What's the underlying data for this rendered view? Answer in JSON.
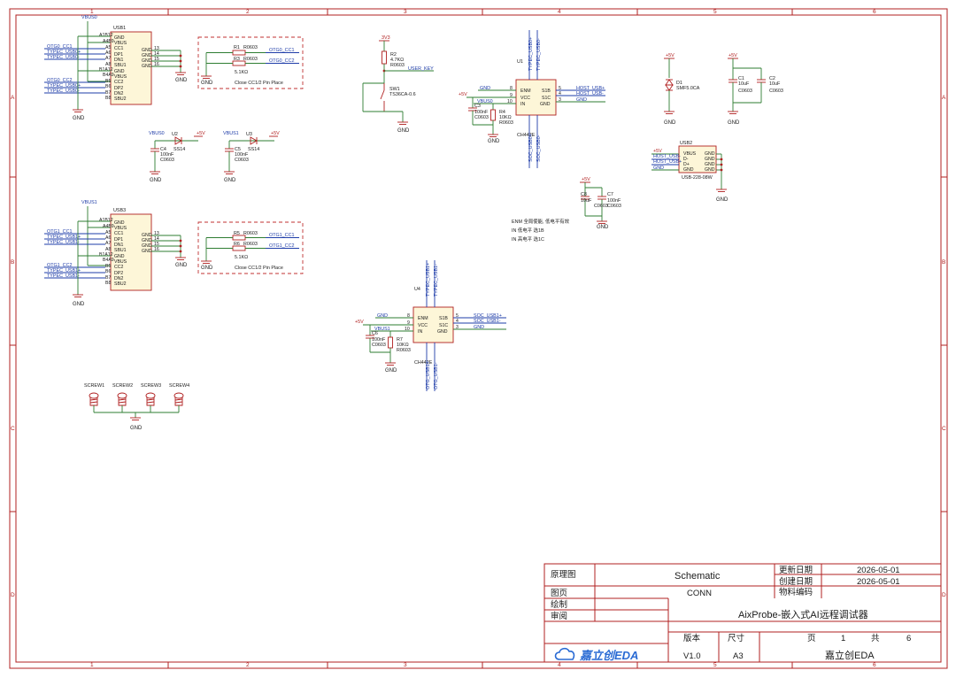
{
  "sheet": {
    "col_labels": [
      "1",
      "2",
      "3",
      "4",
      "5",
      "6"
    ],
    "row_labels": [
      "A",
      "B",
      "C",
      "D"
    ]
  },
  "title_block": {
    "label_schematic": "原理图",
    "value_schematic": "Schematic",
    "label_page": "图页",
    "value_page": "CONN",
    "label_drawn": "绘制",
    "label_review": "审阅",
    "label_update_date": "更新日期",
    "value_update_date": "2026-05-01",
    "label_create_date": "创建日期",
    "value_create_date": "2026-05-01",
    "label_part_no": "物料编码",
    "project_title": "AixProbe-嵌入式AI远程调试器",
    "label_version": "版本",
    "label_size": "尺寸",
    "label_sheet": "页",
    "value_sheet": "1",
    "label_total": "共",
    "value_total": "6",
    "value_version": "V1.0",
    "value_size": "A3",
    "company": "嘉立创EDA",
    "logo_text": "嘉立创EDA"
  },
  "usb1": {
    "ref": "USB1",
    "vbus_label": "VBUS0",
    "pins_left": [
      "A1B12",
      "A4B9",
      "A5",
      "A6",
      "A7",
      "A8",
      "B1A12",
      "B4A9",
      "B5",
      "B6",
      "B7",
      "B8"
    ],
    "pins_names": [
      "GND",
      "VBUS",
      "CC1",
      "DP1",
      "DN1",
      "SBU1",
      "GND",
      "VBUS",
      "CC2",
      "DP2",
      "DN2",
      "SBU2"
    ],
    "pins_right_nums": [
      "13",
      "14",
      "15",
      "16"
    ],
    "pins_right_names": [
      "GND",
      "GND",
      "GND",
      "GND"
    ],
    "nets": [
      "OTG0_CC1",
      "TYPEC_USB0+",
      "TYPEC_USB0-",
      "OTG0_CC2",
      "TYPEC_USB0+",
      "TYPEC_USB0-"
    ],
    "gnd": "GND"
  },
  "usb3": {
    "ref": "USB3",
    "vbus_label": "VBUS1",
    "pins_left": [
      "A1B12",
      "A4B9",
      "A5",
      "A6",
      "A7",
      "A8",
      "B1A12",
      "B4A9",
      "B5",
      "B6",
      "B7",
      "B8"
    ],
    "pins_names": [
      "GND",
      "VBUS",
      "CC1",
      "DP1",
      "DN1",
      "SBU1",
      "GND",
      "VBUS",
      "CC2",
      "DP2",
      "DN2",
      "SBU2"
    ],
    "pins_right_nums": [
      "13",
      "14",
      "15",
      "16"
    ],
    "pins_right_names": [
      "GND",
      "GND",
      "GND",
      "GND"
    ],
    "nets": [
      "OTG1_CC1",
      "TYPEC_USB1+",
      "TYPEC_USB1-",
      "OTG1_CC2",
      "TYPEC_USB1+",
      "TYPEC_USB1-"
    ],
    "gnd": "GND"
  },
  "cc_block0": {
    "r1": "R1",
    "r1_val": "R0603",
    "r3": "R3",
    "r3_val": "R0603",
    "r_value": "5.1KΩ",
    "net1": "OTG0_CC1",
    "net2": "OTG0_CC2",
    "note": "Close CC1/2 Pin Place",
    "gnd": "GND"
  },
  "cc_block1": {
    "r1": "R5",
    "r1_val": "R0603",
    "r3": "R6",
    "r3_val": "R0603",
    "r_value": "5.1KΩ",
    "net1": "OTG1_CC1",
    "net2": "OTG1_CC2",
    "note": "Close CC1/2 Pin Place",
    "gnd": "GND"
  },
  "vbus_prot0": {
    "vbus": "VBUS0",
    "diode": "U2",
    "diode_val": "SS14",
    "pwr": "+5V",
    "cap": "C4",
    "cap_val": "100nF",
    "cap_pkg": "C0603",
    "gnd": "GND"
  },
  "vbus_prot1": {
    "vbus": "VBUS1",
    "diode": "U3",
    "diode_val": "SS14",
    "pwr": "+5V",
    "cap": "C5",
    "cap_val": "100nF",
    "cap_pkg": "C0603",
    "gnd": "GND"
  },
  "key": {
    "pwr": "3V3",
    "r": "R2",
    "r_val": "4.7KΩ",
    "r_pkg": "R0603",
    "net": "USER_KEY",
    "sw": "SW1",
    "sw_val": "TS36CA-0.6",
    "gnd": "GND"
  },
  "u1": {
    "ref": "U1",
    "part": "CH442E",
    "pin_en": "ENM",
    "pin_vcc": "VCC",
    "pin_in": "IN",
    "pin_s1b": "S1B",
    "pin_s1c": "S1C",
    "pin_gnd": "GND",
    "top_nets": [
      "TYPEC_USB0+",
      "TYPEC_USB0-"
    ],
    "right_nets": [
      "HOST_USB+",
      "HOST_USB-",
      "GND"
    ],
    "bottom_nets": [
      "SOC_USB0+",
      "SOC_USB0-"
    ],
    "left_nets": [
      "GND",
      "+5V",
      "VBUS0"
    ],
    "cap": "C3",
    "cap_val": "100nF",
    "cap_pkg": "C0603",
    "res": "R4",
    "res_val": "10KΩ",
    "res_pkg": "R0603",
    "gnd": "GND"
  },
  "u4": {
    "ref": "U4",
    "part": "CH442E",
    "pin_en": "ENM",
    "pin_vcc": "VCC",
    "pin_in": "IN",
    "pin_s1b": "S1B",
    "pin_s1c": "S1C",
    "pin_gnd": "GND",
    "top_nets": [
      "TYPEC_USB1+",
      "TYPEC_USB1-"
    ],
    "right_nets": [
      "SOC_USB1+",
      "SOC_USB1-",
      "GND"
    ],
    "bottom_nets": [
      "OTG_USB1+",
      "OTG_USB1-"
    ],
    "left_nets": [
      "GND",
      "+5V",
      "VBUS1"
    ],
    "cap": "C6",
    "cap_val": "100nF",
    "cap_pkg": "C0603",
    "res": "R7",
    "res_val": "10KΩ",
    "res_pkg": "R0603",
    "gnd": "GND"
  },
  "notes": {
    "line1": "ENM 全局使能, 低电平有效",
    "line2": "IN 低电平 选1B",
    "line3": "IN 高电平 选1C"
  },
  "tvs": {
    "pwr": "+5V",
    "ref": "D1",
    "val": "SMF5.0CA",
    "gnd": "GND"
  },
  "caps_5v": {
    "pwr": "+5V",
    "c1": "C1",
    "c1_val": "10uF",
    "c1_pkg": "C0603",
    "c2": "C2",
    "c2_val": "10uF",
    "c2_pkg": "C0603",
    "gnd": "GND"
  },
  "caps_5v_b": {
    "pwr": "+5V",
    "c1": "C8",
    "c1_val": "10uF",
    "c1_pkg": "C0603",
    "c2": "C7",
    "c2_val": "100nF",
    "c2_pkg": "C0603",
    "gnd": "GND"
  },
  "usb2": {
    "ref": "USB2",
    "part": "USB-228-08W",
    "nets": [
      "+5V",
      "HOST_USB-",
      "HOST_USB+",
      "GND"
    ],
    "pins_left": [
      "VBUS",
      "D-",
      "D+",
      "GND"
    ],
    "pins_right": [
      "GND",
      "GND",
      "GND",
      "GND"
    ],
    "gnd": "GND"
  },
  "screws": {
    "refs": [
      "SCREW1",
      "SCREW2",
      "SCREW3",
      "SCREW4"
    ],
    "gnd": "GND"
  }
}
